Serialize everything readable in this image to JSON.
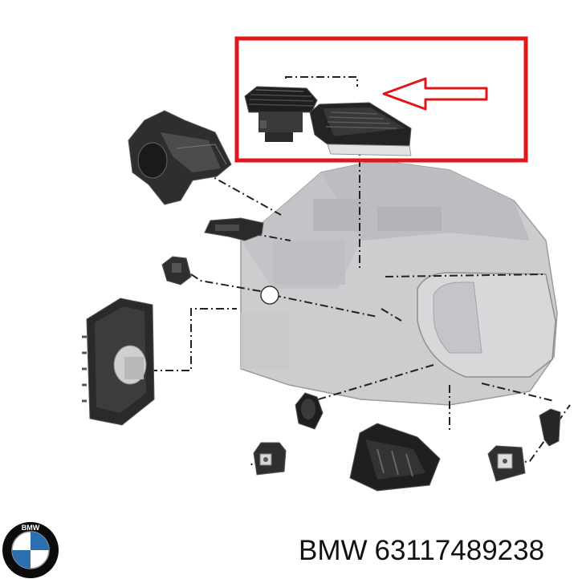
{
  "caption": {
    "brand": "BMW",
    "part_number": "63117489238"
  },
  "logo": {
    "text": "BMW",
    "name": "bmw-roundel-logo"
  },
  "highlight": {
    "color": "#e0161b"
  },
  "palette": {
    "housing": "#cdcdd0",
    "housing_dark": "#9c9ca0",
    "part_dark": "#2b2b2b",
    "lens": "#d8d8db"
  }
}
